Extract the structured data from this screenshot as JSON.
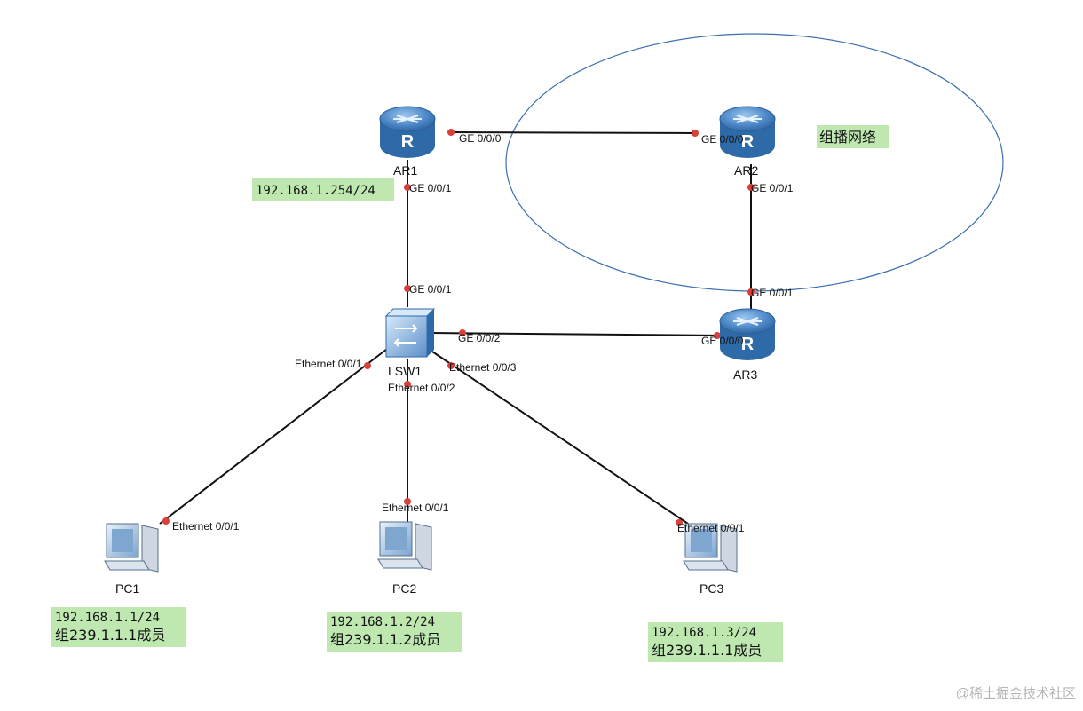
{
  "devices": {
    "ar1": {
      "name": "AR1"
    },
    "ar2": {
      "name": "AR2"
    },
    "ar3": {
      "name": "AR3"
    },
    "lsw1": {
      "name": "LSW1"
    },
    "pc1": {
      "name": "PC1"
    },
    "pc2": {
      "name": "PC2"
    },
    "pc3": {
      "name": "PC3"
    }
  },
  "ports": {
    "ar1_to_ar2": "GE 0/0/0",
    "ar2_to_ar1": "GE 0/0/0",
    "ar1_to_lsw": "GE 0/0/1",
    "lsw_to_ar1": "GE 0/0/1",
    "ar2_to_ar3": "GE 0/0/1",
    "ar3_to_ar2": "GE 0/0/1",
    "lsw_to_ar3": "GE 0/0/2",
    "ar3_to_lsw": "GE 0/0/0",
    "lsw_to_pc1": "Ethernet 0/0/1",
    "lsw_to_pc2": "Ethernet 0/0/2",
    "lsw_to_pc3": "Ethernet 0/0/3",
    "pc1_port": "Ethernet 0/0/1",
    "pc2_port": "Ethernet 0/0/1",
    "pc3_port": "Ethernet 0/0/1"
  },
  "notes": {
    "ar1_ip": "192.168.1.254/24",
    "multicast_label": "组播网络",
    "pc1_ip": "192.168.1.1/24",
    "pc1_group": "组239.1.1.1成员",
    "pc2_ip": "192.168.1.2/24",
    "pc2_group": "组239.1.1.2成员",
    "pc3_ip": "192.168.1.3/24",
    "pc3_group": "组239.1.1.1成员"
  },
  "watermark": "@稀土掘金技术社区",
  "colors": {
    "router": "#4b86c6",
    "switch": "#5b8fc9",
    "port_dot": "#d9403a",
    "note_bg": "#bfe8b0",
    "ellipse": "#3a6fb0"
  }
}
